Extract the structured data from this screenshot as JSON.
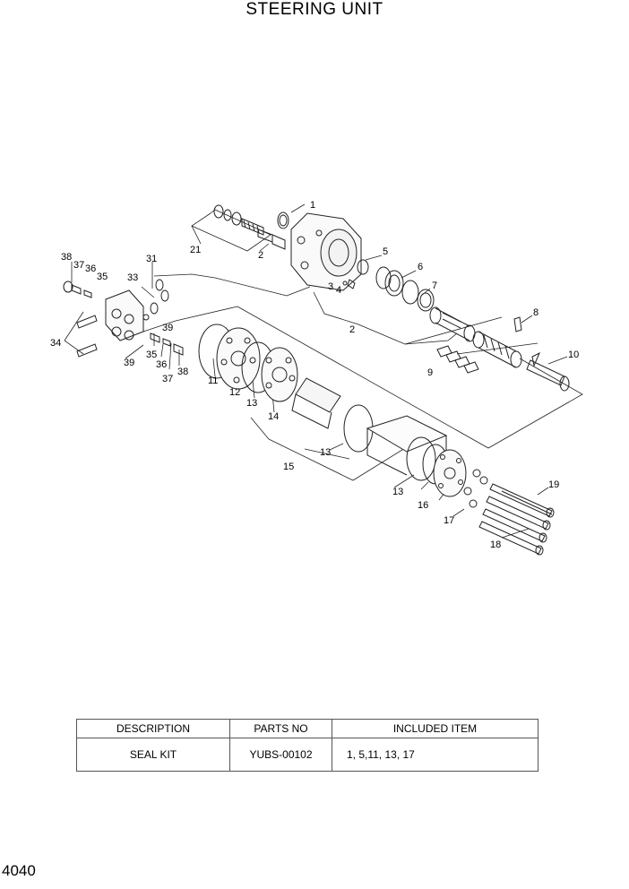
{
  "title": "STEERING UNIT",
  "page_number": "4040",
  "callouts": [
    "1",
    "2",
    "2",
    "3",
    "4",
    "5",
    "6",
    "7",
    "8",
    "9",
    "10",
    "11",
    "12",
    "13",
    "13",
    "13",
    "14",
    "15",
    "16",
    "17",
    "18",
    "19",
    "21",
    "31",
    "33",
    "34",
    "35",
    "35",
    "36",
    "36",
    "37",
    "37",
    "38",
    "38",
    "39",
    "39"
  ],
  "table": {
    "headers": {
      "description": "DESCRIPTION",
      "parts_no": "PARTS NO",
      "included_item": "INCLUDED ITEM"
    },
    "rows": [
      {
        "description": "SEAL KIT",
        "parts_no": "YUBS-00102",
        "included_item": "1, 5,11, 13, 17"
      }
    ]
  }
}
